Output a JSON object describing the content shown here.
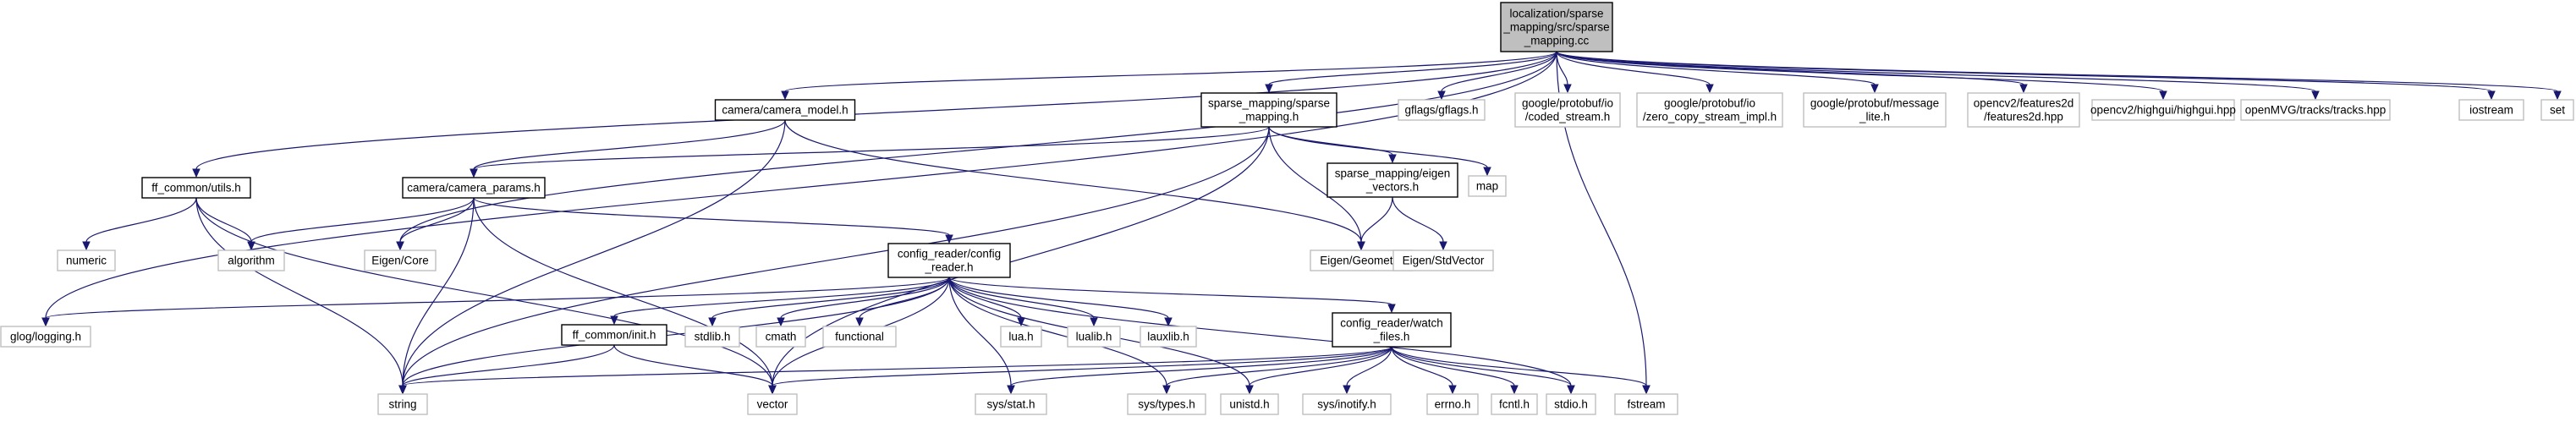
{
  "diagram": {
    "type": "include-dependency-graph",
    "colors": {
      "edge": "#191970",
      "root_fill": "#bfbfbf",
      "root_border": "#000000",
      "internal_fill": "#ffffff",
      "internal_border": "#000000",
      "external_fill": "#ffffff",
      "external_border": "#bfbfbf"
    },
    "nodes": [
      {
        "id": "root",
        "kind": "root",
        "lines": [
          "localization/sparse",
          "_mapping/src/sparse",
          "_mapping.cc"
        ]
      },
      {
        "id": "camera_model",
        "kind": "internal",
        "lines": [
          "camera/camera_model.h"
        ]
      },
      {
        "id": "sparse_mapping_h",
        "kind": "internal",
        "lines": [
          "sparse_mapping/sparse",
          "_mapping.h"
        ]
      },
      {
        "id": "ff_utils",
        "kind": "internal",
        "lines": [
          "ff_common/utils.h"
        ]
      },
      {
        "id": "camera_params",
        "kind": "internal",
        "lines": [
          "camera/camera_params.h"
        ]
      },
      {
        "id": "eigen_vectors",
        "kind": "internal",
        "lines": [
          "sparse_mapping/eigen",
          "_vectors.h"
        ]
      },
      {
        "id": "config_reader",
        "kind": "internal",
        "lines": [
          "config_reader/config",
          "_reader.h"
        ]
      },
      {
        "id": "ff_init",
        "kind": "internal",
        "lines": [
          "ff_common/init.h"
        ]
      },
      {
        "id": "watch_files",
        "kind": "internal",
        "lines": [
          "config_reader/watch",
          "_files.h"
        ]
      },
      {
        "id": "gflags",
        "kind": "external",
        "lines": [
          "gflags/gflags.h"
        ]
      },
      {
        "id": "coded_stream",
        "kind": "external",
        "lines": [
          "google/protobuf/io",
          "/coded_stream.h"
        ]
      },
      {
        "id": "zero_copy",
        "kind": "external",
        "lines": [
          "google/protobuf/io",
          "/zero_copy_stream_impl.h"
        ]
      },
      {
        "id": "message_lite",
        "kind": "external",
        "lines": [
          "google/protobuf/message",
          "_lite.h"
        ]
      },
      {
        "id": "features2d",
        "kind": "external",
        "lines": [
          "opencv2/features2d",
          "/features2d.hpp"
        ]
      },
      {
        "id": "highgui",
        "kind": "external",
        "lines": [
          "opencv2/highgui/highgui.hpp"
        ]
      },
      {
        "id": "tracks",
        "kind": "external",
        "lines": [
          "openMVG/tracks/tracks.hpp"
        ]
      },
      {
        "id": "iostream",
        "kind": "external",
        "lines": [
          "iostream"
        ]
      },
      {
        "id": "set",
        "kind": "external",
        "lines": [
          "set"
        ]
      },
      {
        "id": "map",
        "kind": "external",
        "lines": [
          "map"
        ]
      },
      {
        "id": "numeric",
        "kind": "external",
        "lines": [
          "numeric"
        ]
      },
      {
        "id": "algorithm",
        "kind": "external",
        "lines": [
          "algorithm"
        ]
      },
      {
        "id": "eigen_core",
        "kind": "external",
        "lines": [
          "Eigen/Core"
        ]
      },
      {
        "id": "eigen_geometry",
        "kind": "external",
        "lines": [
          "Eigen/Geometry"
        ]
      },
      {
        "id": "eigen_stdvector",
        "kind": "external",
        "lines": [
          "Eigen/StdVector"
        ]
      },
      {
        "id": "glog",
        "kind": "external",
        "lines": [
          "glog/logging.h"
        ]
      },
      {
        "id": "stdlib",
        "kind": "external",
        "lines": [
          "stdlib.h"
        ]
      },
      {
        "id": "cmath",
        "kind": "external",
        "lines": [
          "cmath"
        ]
      },
      {
        "id": "functional",
        "kind": "external",
        "lines": [
          "functional"
        ]
      },
      {
        "id": "lua",
        "kind": "external",
        "lines": [
          "lua.h"
        ]
      },
      {
        "id": "lualib",
        "kind": "external",
        "lines": [
          "lualib.h"
        ]
      },
      {
        "id": "lauxlib",
        "kind": "external",
        "lines": [
          "lauxlib.h"
        ]
      },
      {
        "id": "string",
        "kind": "external",
        "lines": [
          "string"
        ]
      },
      {
        "id": "vector",
        "kind": "external",
        "lines": [
          "vector"
        ]
      },
      {
        "id": "sys_stat",
        "kind": "external",
        "lines": [
          "sys/stat.h"
        ]
      },
      {
        "id": "sys_types",
        "kind": "external",
        "lines": [
          "sys/types.h"
        ]
      },
      {
        "id": "unistd",
        "kind": "external",
        "lines": [
          "unistd.h"
        ]
      },
      {
        "id": "sys_inotify",
        "kind": "external",
        "lines": [
          "sys/inotify.h"
        ]
      },
      {
        "id": "errno",
        "kind": "external",
        "lines": [
          "errno.h"
        ]
      },
      {
        "id": "fcntl",
        "kind": "external",
        "lines": [
          "fcntl.h"
        ]
      },
      {
        "id": "stdio",
        "kind": "external",
        "lines": [
          "stdio.h"
        ]
      },
      {
        "id": "fstream",
        "kind": "external",
        "lines": [
          "fstream"
        ]
      }
    ],
    "edges": [
      [
        "root",
        "glog"
      ],
      [
        "root",
        "ff_utils"
      ],
      [
        "root",
        "eigen_core"
      ],
      [
        "root",
        "camera_model"
      ],
      [
        "root",
        "sparse_mapping_h"
      ],
      [
        "root",
        "fstream"
      ],
      [
        "root",
        "gflags"
      ],
      [
        "root",
        "coded_stream"
      ],
      [
        "root",
        "zero_copy"
      ],
      [
        "root",
        "message_lite"
      ],
      [
        "root",
        "features2d"
      ],
      [
        "root",
        "highgui"
      ],
      [
        "root",
        "tracks"
      ],
      [
        "root",
        "iostream"
      ],
      [
        "root",
        "set"
      ],
      [
        "camera_model",
        "camera_params"
      ],
      [
        "camera_model",
        "eigen_geometry"
      ],
      [
        "camera_model",
        "string"
      ],
      [
        "sparse_mapping_h",
        "camera_params"
      ],
      [
        "sparse_mapping_h",
        "eigen_vectors"
      ],
      [
        "sparse_mapping_h",
        "map"
      ],
      [
        "sparse_mapping_h",
        "eigen_geometry"
      ],
      [
        "sparse_mapping_h",
        "string"
      ],
      [
        "sparse_mapping_h",
        "vector"
      ],
      [
        "ff_utils",
        "numeric"
      ],
      [
        "ff_utils",
        "algorithm"
      ],
      [
        "ff_utils",
        "string"
      ],
      [
        "ff_utils",
        "vector"
      ],
      [
        "camera_params",
        "algorithm"
      ],
      [
        "camera_params",
        "eigen_core"
      ],
      [
        "camera_params",
        "config_reader"
      ],
      [
        "camera_params",
        "string"
      ],
      [
        "camera_params",
        "vector"
      ],
      [
        "eigen_vectors",
        "eigen_geometry"
      ],
      [
        "eigen_vectors",
        "eigen_stdvector"
      ],
      [
        "config_reader",
        "glog"
      ],
      [
        "config_reader",
        "ff_init"
      ],
      [
        "config_reader",
        "stdlib"
      ],
      [
        "config_reader",
        "cmath"
      ],
      [
        "config_reader",
        "functional"
      ],
      [
        "config_reader",
        "lua"
      ],
      [
        "config_reader",
        "lualib"
      ],
      [
        "config_reader",
        "lauxlib"
      ],
      [
        "config_reader",
        "watch_files"
      ],
      [
        "config_reader",
        "string"
      ],
      [
        "config_reader",
        "vector"
      ],
      [
        "config_reader",
        "sys_stat"
      ],
      [
        "config_reader",
        "sys_types"
      ],
      [
        "config_reader",
        "unistd"
      ],
      [
        "config_reader",
        "stdio"
      ],
      [
        "ff_init",
        "string"
      ],
      [
        "ff_init",
        "vector"
      ],
      [
        "watch_files",
        "string"
      ],
      [
        "watch_files",
        "vector"
      ],
      [
        "watch_files",
        "sys_stat"
      ],
      [
        "watch_files",
        "sys_types"
      ],
      [
        "watch_files",
        "unistd"
      ],
      [
        "watch_files",
        "sys_inotify"
      ],
      [
        "watch_files",
        "errno"
      ],
      [
        "watch_files",
        "fcntl"
      ],
      [
        "watch_files",
        "stdio"
      ],
      [
        "watch_files",
        "fstream"
      ]
    ]
  }
}
